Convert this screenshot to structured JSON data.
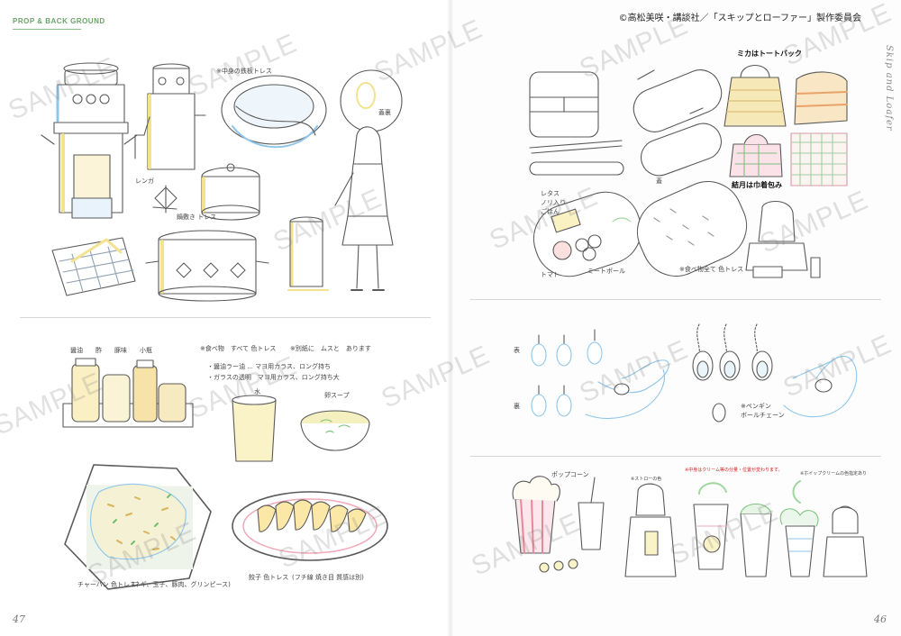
{
  "left_page": {
    "section_label": "PROP & BACK GROUND",
    "page_number": "47",
    "notes": {
      "seasoning": "醤油　　酢　　豚味　　小瓶",
      "seasoning_note": "※食べ物　すべて 色トレス",
      "kettle_note": "※別紙に　ムスと　あります",
      "dumpling_note1": "・醤油ラー油 ...  マヨ用カラス、ロング持ち",
      "dumpling_note2": "・ガラスの透明　マヨ用カラス、ロング持ち大",
      "water": "水",
      "soup": "卵スープ",
      "rice": "チャーハン 色トレス",
      "rice_detail": "(ネギ、玉子、豚肉、グリンピース)",
      "gyoza": "餃子 色トレス",
      "gyoza_detail": "(フチ線 焼き目 質感は別)",
      "pot_label": "※中身の鉄板トレス",
      "lid_label": "蓋裏",
      "stand_label": "レンガ",
      "basket_label": "鍋敷き トレス"
    }
  },
  "right_page": {
    "copyright": "©高松美咲・講談社／「スキップとローファー」製作委員会",
    "side_title": "Skip and Loafer",
    "page_number": "46",
    "notes": {
      "tote": "ミカはトートバック",
      "furoshiki": "結月は巾着包み",
      "lid": "蓋",
      "bento_inside": "レタス\nノリ入り\nごはん",
      "bento_side": "※食べ物全て 色トレス",
      "tomato": "トマト",
      "meatball": "ミートボール",
      "keychain_a": "表",
      "keychain_b": "裏",
      "penguin_note": "※ペンギン\nボールチェーン",
      "popcorn": "ポップコーン",
      "drink_red": "※中身はクリーム等の分量・位置が変わります。",
      "drink_note": "※ホイップクリームの色指定あり",
      "shake_note": "※ストローの色"
    }
  },
  "watermark": "SAMPLE",
  "colors": {
    "line": "#5a5a5a",
    "blue": "#8fc6ea",
    "yellow": "#f3e38f",
    "pink": "#f2a9b8",
    "green": "#9fd79f",
    "accent_green": "#6aa56a"
  }
}
